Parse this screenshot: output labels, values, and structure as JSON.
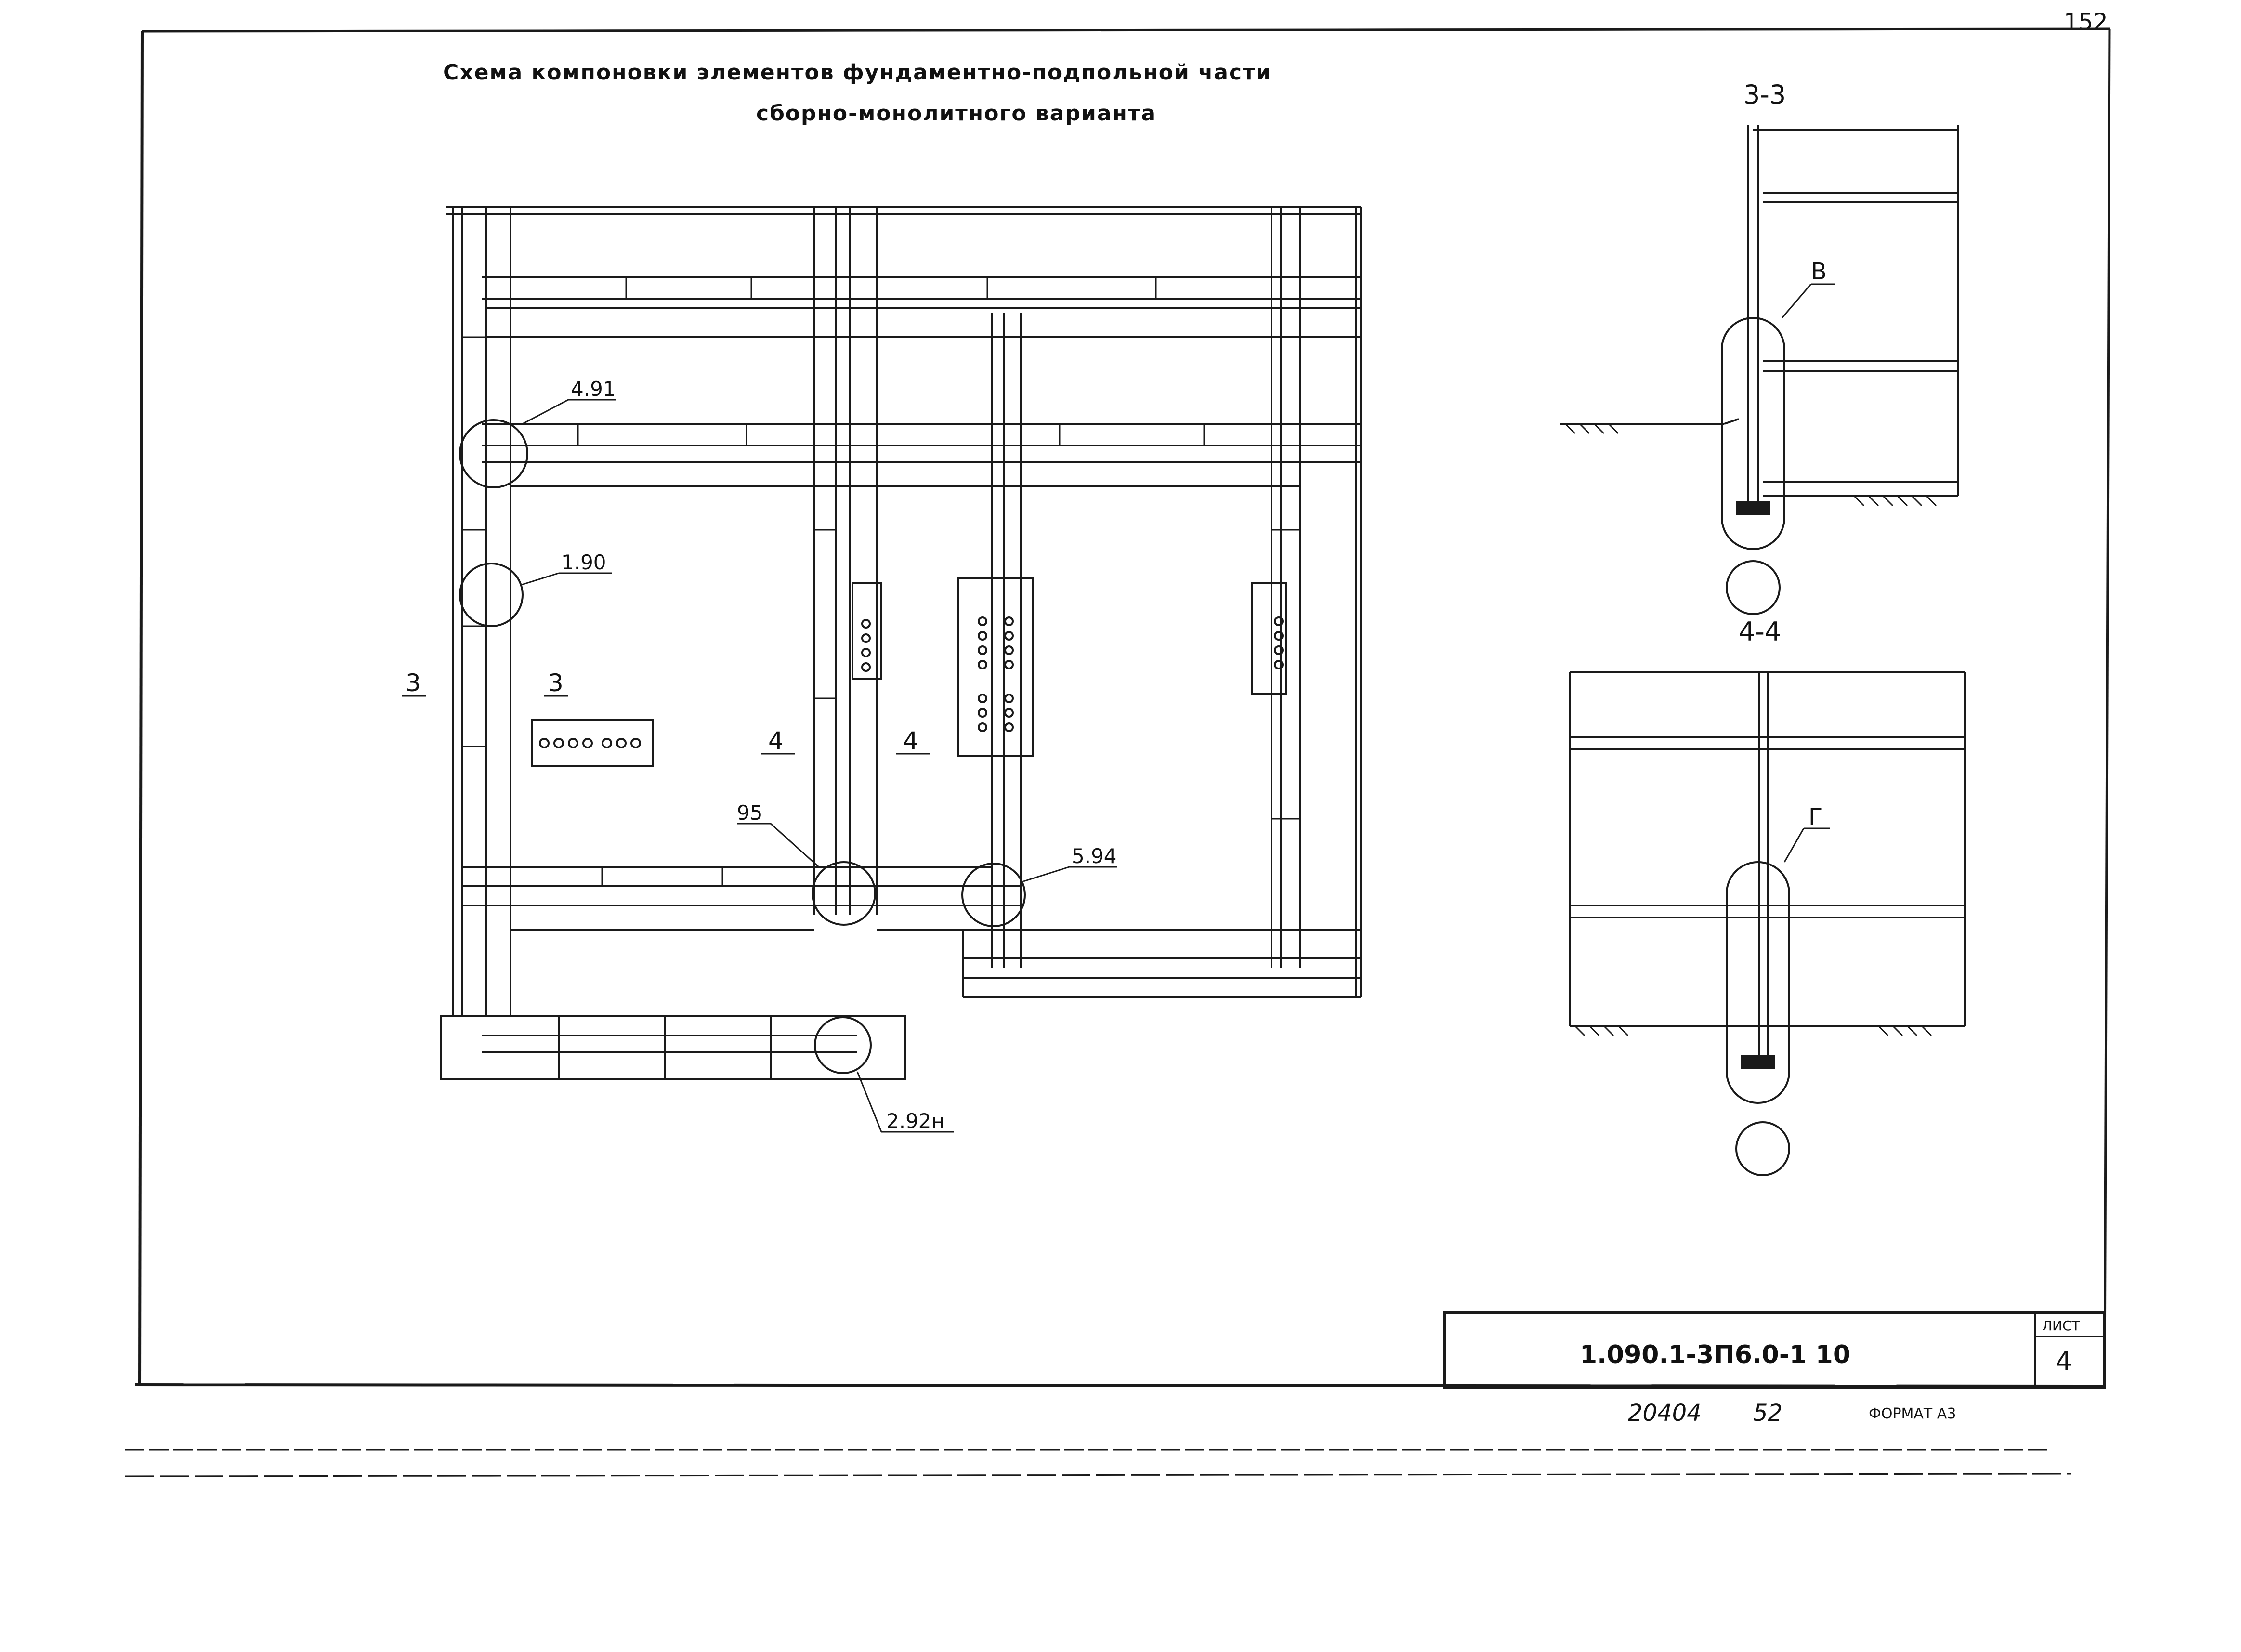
{
  "page_number": "152",
  "title": {
    "line1": "Схема компоновки элементов фундаментно-подпольной части",
    "line2": "сборно-монолитного варианта"
  },
  "plan": {
    "callouts": {
      "c491": "4.91",
      "c190": "1.90",
      "c95": "95",
      "c594": "5.94",
      "c292": "2.92н"
    },
    "section_marks": {
      "s3_left": "3",
      "s3_right": "3",
      "s4_left": "4",
      "s4_right": "4"
    }
  },
  "sections": {
    "s33": {
      "title": "3-3",
      "node": "В"
    },
    "s44": {
      "title": "4-4",
      "node": "Г"
    }
  },
  "stamp": {
    "code": "1.090.1-3П6.0-1  10",
    "sheet_label": "ЛИСТ",
    "sheet_number": "4"
  },
  "bottom": {
    "inventory": "20404",
    "page": "52",
    "format": "ФОРМАТ А3"
  }
}
